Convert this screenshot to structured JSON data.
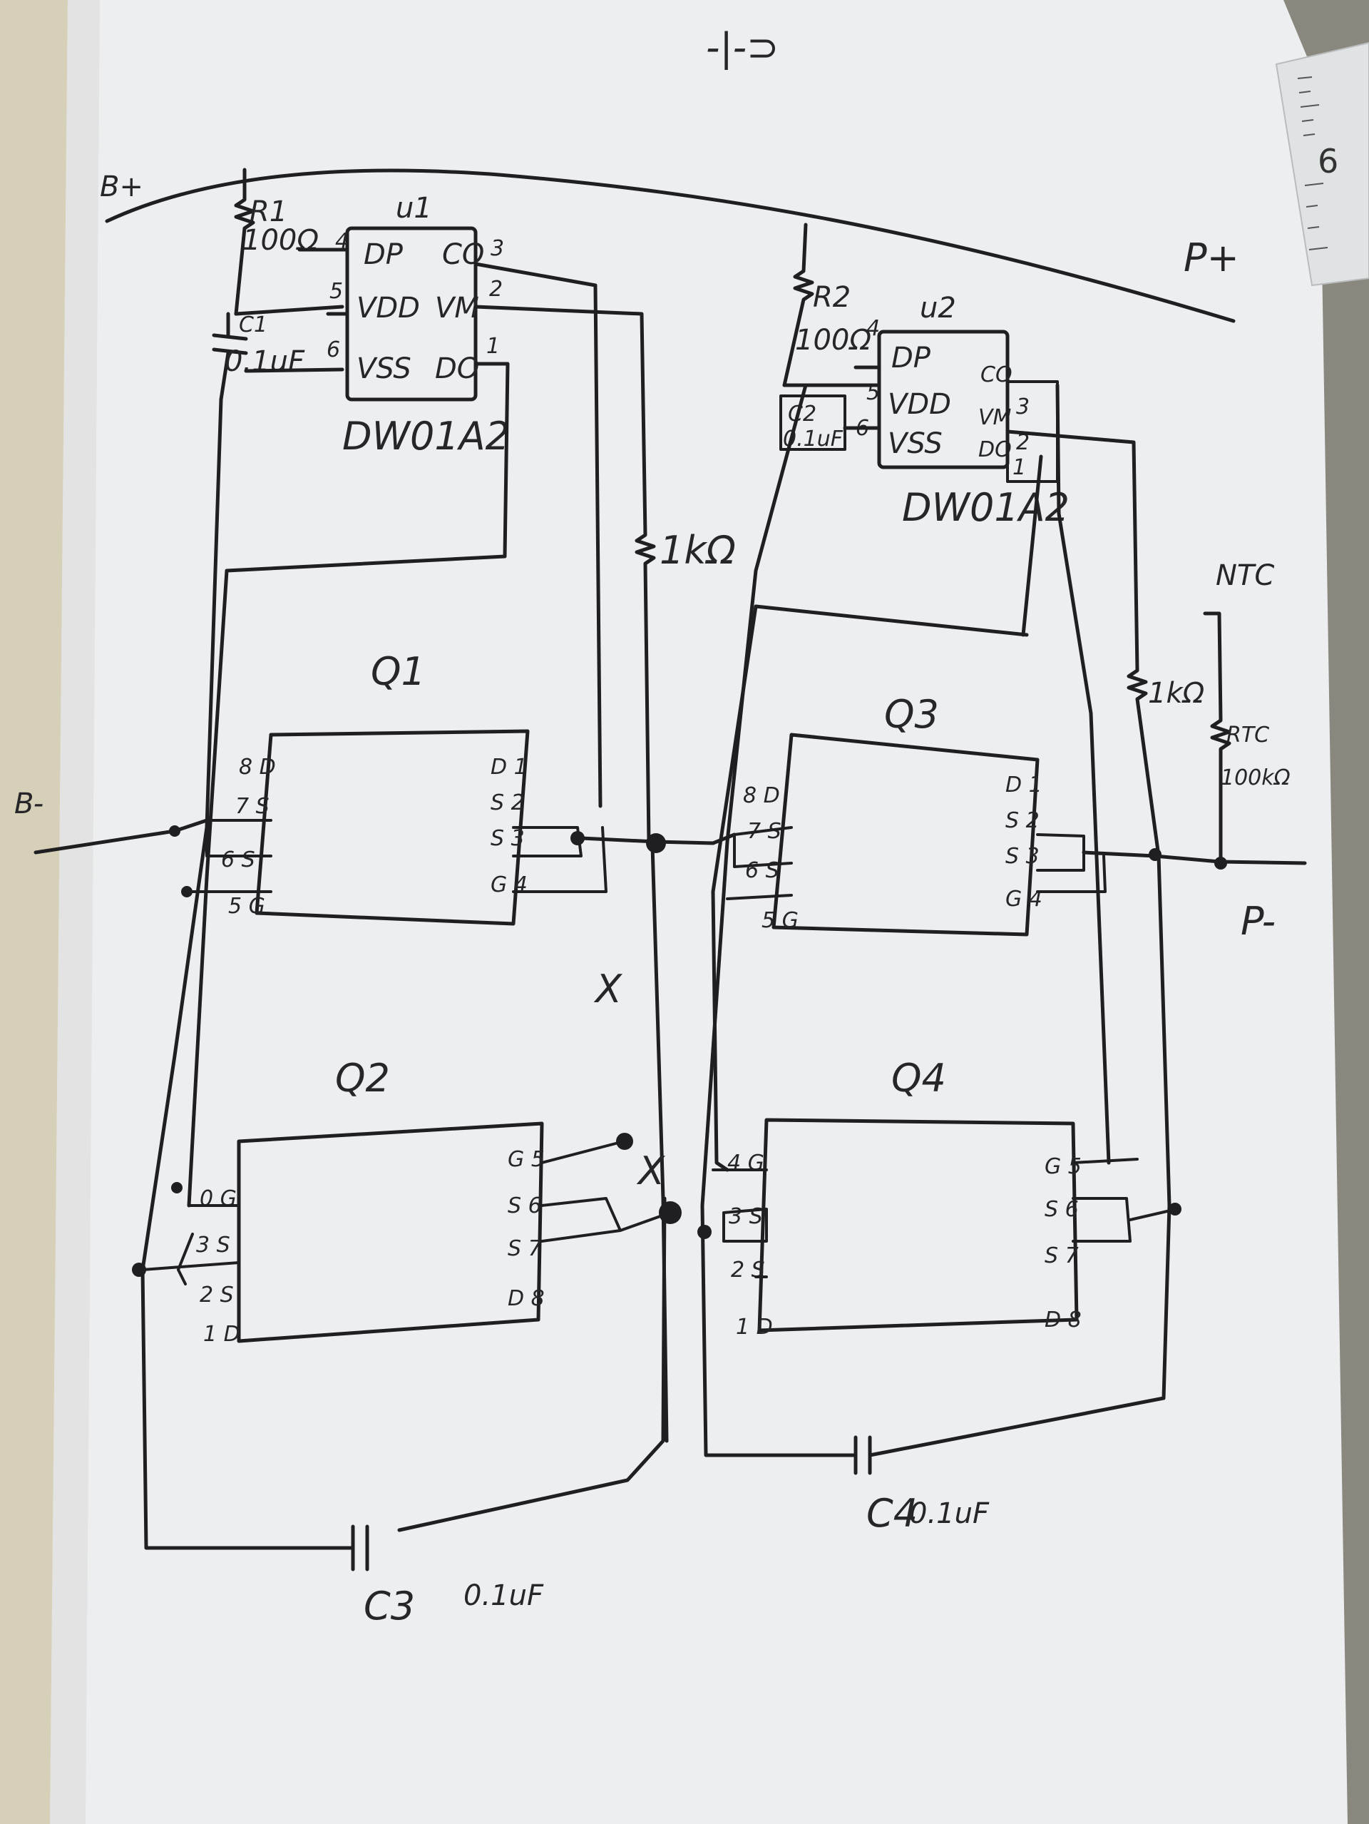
{
  "top_mark": "-|-⊃",
  "ruler_label": "6",
  "rails": {
    "b_plus": "B+",
    "p_plus": "P+",
    "b_minus": "B-",
    "p_minus": "P-"
  },
  "u1": {
    "name": "u1",
    "part": "DW01A2",
    "pins": [
      {
        "num": "4",
        "label": "DP"
      },
      {
        "num": "5",
        "label": "VDD"
      },
      {
        "num": "6",
        "label": "VSS"
      },
      {
        "num": "3",
        "label": "CO"
      },
      {
        "num": "2",
        "label": "VM"
      },
      {
        "num": "1",
        "label": "DO"
      }
    ]
  },
  "u2": {
    "name": "u2",
    "part": "DW01A2",
    "pins": [
      {
        "num": "4",
        "label": "DP"
      },
      {
        "num": "5",
        "label": "VDD"
      },
      {
        "num": "6",
        "label": "VSS"
      },
      {
        "num": "3",
        "label": "CO"
      },
      {
        "num": "2",
        "label": "VM"
      },
      {
        "num": "1",
        "label": "DO"
      }
    ]
  },
  "r1": {
    "name": "R1",
    "value": "100Ω"
  },
  "r2": {
    "name": "R2",
    "value": "100Ω"
  },
  "c1": {
    "name": "C1",
    "value": "0.1uF"
  },
  "c2": {
    "name": "C2",
    "value": "0.1uF"
  },
  "c3": {
    "name": "C3",
    "value": "0.1uF"
  },
  "c4": {
    "name": "C4",
    "value": "0.1uF"
  },
  "r_1k_a": {
    "value": "1kΩ"
  },
  "r_1k_b": {
    "value": "1kΩ"
  },
  "ntc": {
    "name": "NTC",
    "label": "RTC",
    "value": "100kΩ"
  },
  "mosfets": [
    {
      "name": "Q1",
      "left_pins": [
        "8 D",
        "7 S",
        "6 S",
        "5 G"
      ],
      "right_pins": [
        "D 1",
        "S 2",
        "S 3",
        "G 4"
      ]
    },
    {
      "name": "Q2",
      "left_pins": [
        "0 G",
        "3 S",
        "2 S",
        "1 D"
      ],
      "right_pins": [
        "G 5",
        "S 6",
        "S 7",
        "D 8"
      ]
    },
    {
      "name": "Q3",
      "left_pins": [
        "8 D",
        "7 S",
        "6 S",
        "5 G"
      ],
      "right_pins": [
        "D 1",
        "S 2",
        "S 3",
        "G 4"
      ]
    },
    {
      "name": "Q4",
      "left_pins": [
        "4 G",
        "3 S",
        "2 S",
        "1 D"
      ],
      "right_pins": [
        "G 5",
        "S 6",
        "S 7",
        "D 8"
      ]
    }
  ],
  "cross_marks": [
    "X",
    "X"
  ]
}
